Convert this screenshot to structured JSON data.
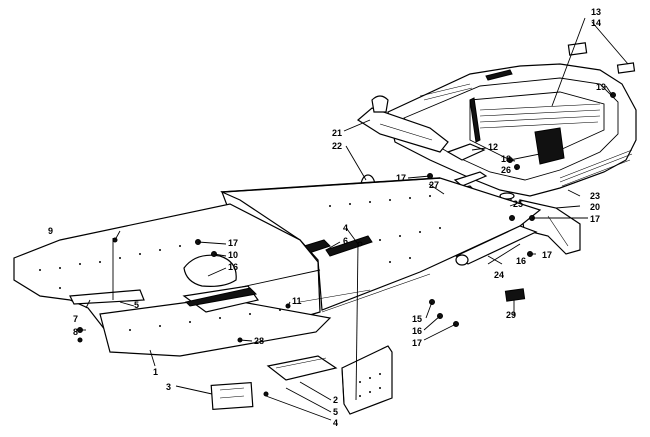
{
  "callouts": [
    {
      "id": "c13",
      "text": "13"
    },
    {
      "id": "c14",
      "text": "14"
    },
    {
      "id": "c19",
      "text": "19"
    },
    {
      "id": "c21",
      "text": "21"
    },
    {
      "id": "c22",
      "text": "22"
    },
    {
      "id": "c12",
      "text": "12"
    },
    {
      "id": "c18",
      "text": "18"
    },
    {
      "id": "c26",
      "text": "26"
    },
    {
      "id": "c17a",
      "text": "17"
    },
    {
      "id": "c27",
      "text": "27"
    },
    {
      "id": "c25",
      "text": "25"
    },
    {
      "id": "c23",
      "text": "23"
    },
    {
      "id": "c20",
      "text": "20"
    },
    {
      "id": "c17b",
      "text": "17"
    },
    {
      "id": "c9",
      "text": "9"
    },
    {
      "id": "c4a",
      "text": "4"
    },
    {
      "id": "c6",
      "text": "6"
    },
    {
      "id": "c17c",
      "text": "17"
    },
    {
      "id": "c10",
      "text": "10"
    },
    {
      "id": "c16a",
      "text": "16"
    },
    {
      "id": "c16b",
      "text": "16"
    },
    {
      "id": "c17d",
      "text": "17"
    },
    {
      "id": "c24",
      "text": "24"
    },
    {
      "id": "c7",
      "text": "7"
    },
    {
      "id": "c8",
      "text": "8"
    },
    {
      "id": "c5a",
      "text": "5"
    },
    {
      "id": "c11",
      "text": "11"
    },
    {
      "id": "c15",
      "text": "15"
    },
    {
      "id": "c16c",
      "text": "16"
    },
    {
      "id": "c17e",
      "text": "17"
    },
    {
      "id": "c29",
      "text": "29"
    },
    {
      "id": "c28",
      "text": "28"
    },
    {
      "id": "c1",
      "text": "1"
    },
    {
      "id": "c3",
      "text": "3"
    },
    {
      "id": "c2",
      "text": "2"
    },
    {
      "id": "c5b",
      "text": "5"
    },
    {
      "id": "c4b",
      "text": "4"
    }
  ]
}
